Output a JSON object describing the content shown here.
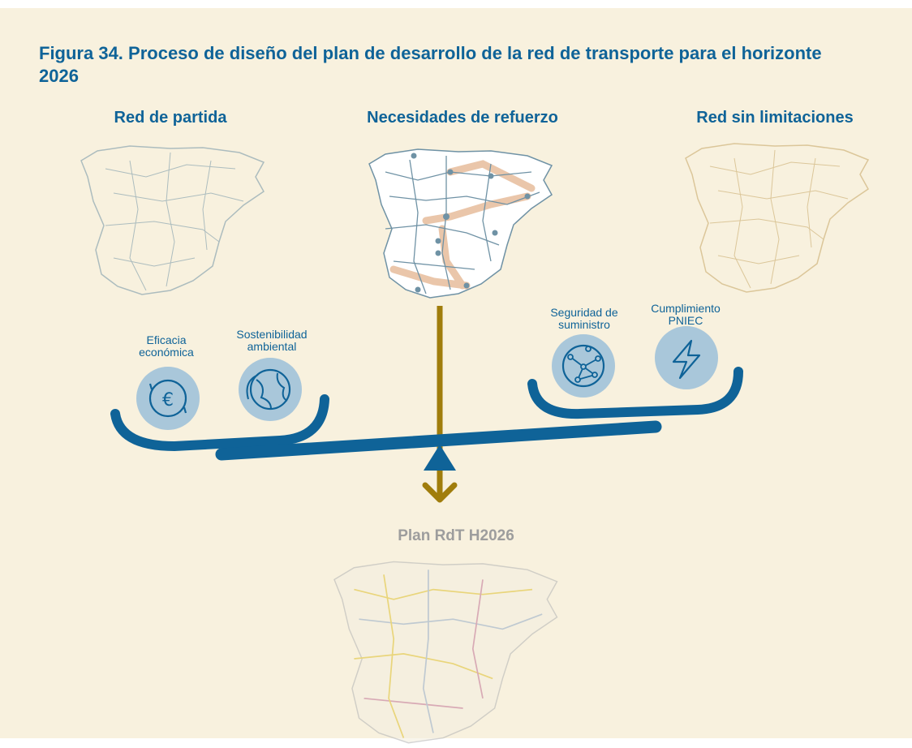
{
  "figure_title": "Figura 34. Proceso de diseño del plan de desarrollo de la red de transporte para el horizonte 2026",
  "headers": {
    "start": "Red de partida",
    "needs": "Necesidades de refuerzo",
    "unconstrained": "Red sin limitaciones",
    "result": "Plan RdT H2026"
  },
  "criteria": {
    "economic_line1": "Eficacia",
    "economic_line2": "económica",
    "environmental_line1": "Sostenibilidad",
    "environmental_line2": "ambiental",
    "security_line1": "Seguridad de",
    "security_line2": "suministro",
    "pniec_line1": "Cumplimiento",
    "pniec_line2": "PNIEC"
  },
  "icons": {
    "economic": "euro-cycle-icon",
    "environmental": "globe-leaf-icon",
    "security": "network-globe-icon",
    "pniec": "lightning-icon"
  },
  "colors": {
    "background": "#f8f1de",
    "title_blue": "#0f6398",
    "beam_blue": "#0f6398",
    "arrow_gold": "#a07d0c",
    "icon_circle": "#a9c7da",
    "map_blue": "#6f92a5",
    "map_tan": "#c9aa6c",
    "result_gray": "#9d9d9d"
  }
}
